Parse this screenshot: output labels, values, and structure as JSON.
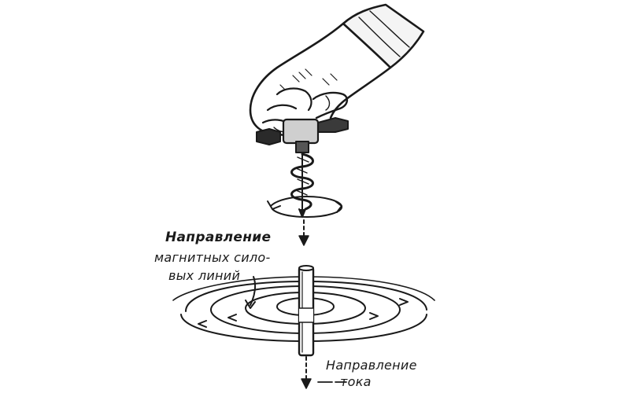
{
  "labels": {
    "magnetic_field": {
      "line1": "Направление",
      "line2": "магнитных сило-",
      "line3": "вых линий"
    },
    "current": {
      "line1": "Направление",
      "line2": "тока"
    }
  },
  "colors": {
    "ink": "#1a1a1a",
    "background": "#ffffff"
  }
}
